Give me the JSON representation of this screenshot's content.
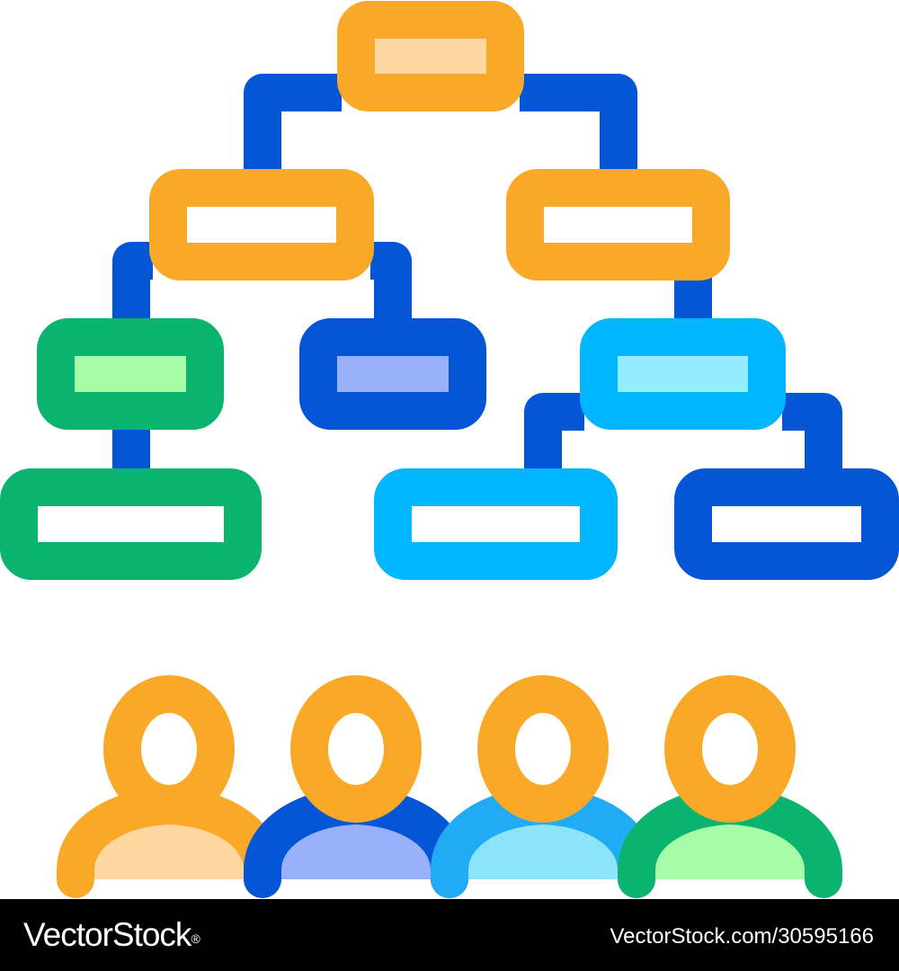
{
  "footer": {
    "brand": "VectorStock",
    "registered_mark": "®",
    "image_id": "VectorStock.com/30595166"
  },
  "illustration": {
    "subject": "hierarchy-tree-above-group-of-people",
    "icon_names": [
      "org-chart-icon",
      "people-group-icon"
    ],
    "colors": {
      "orange": "#F9A828",
      "orange_fill": "#FED7A0",
      "blue": "#0556D6",
      "blue_fill": "#98B1FA",
      "green": "#09B46E",
      "green_fill": "#A7FDA6",
      "cyan": "#00B7FF",
      "cyan_fill": "#92EEFF",
      "light_blue": "#21ABF5",
      "light_blue_fill": "#8CE4F9",
      "footer_background": "#000000",
      "footer_text": "#FFFFFF"
    }
  }
}
